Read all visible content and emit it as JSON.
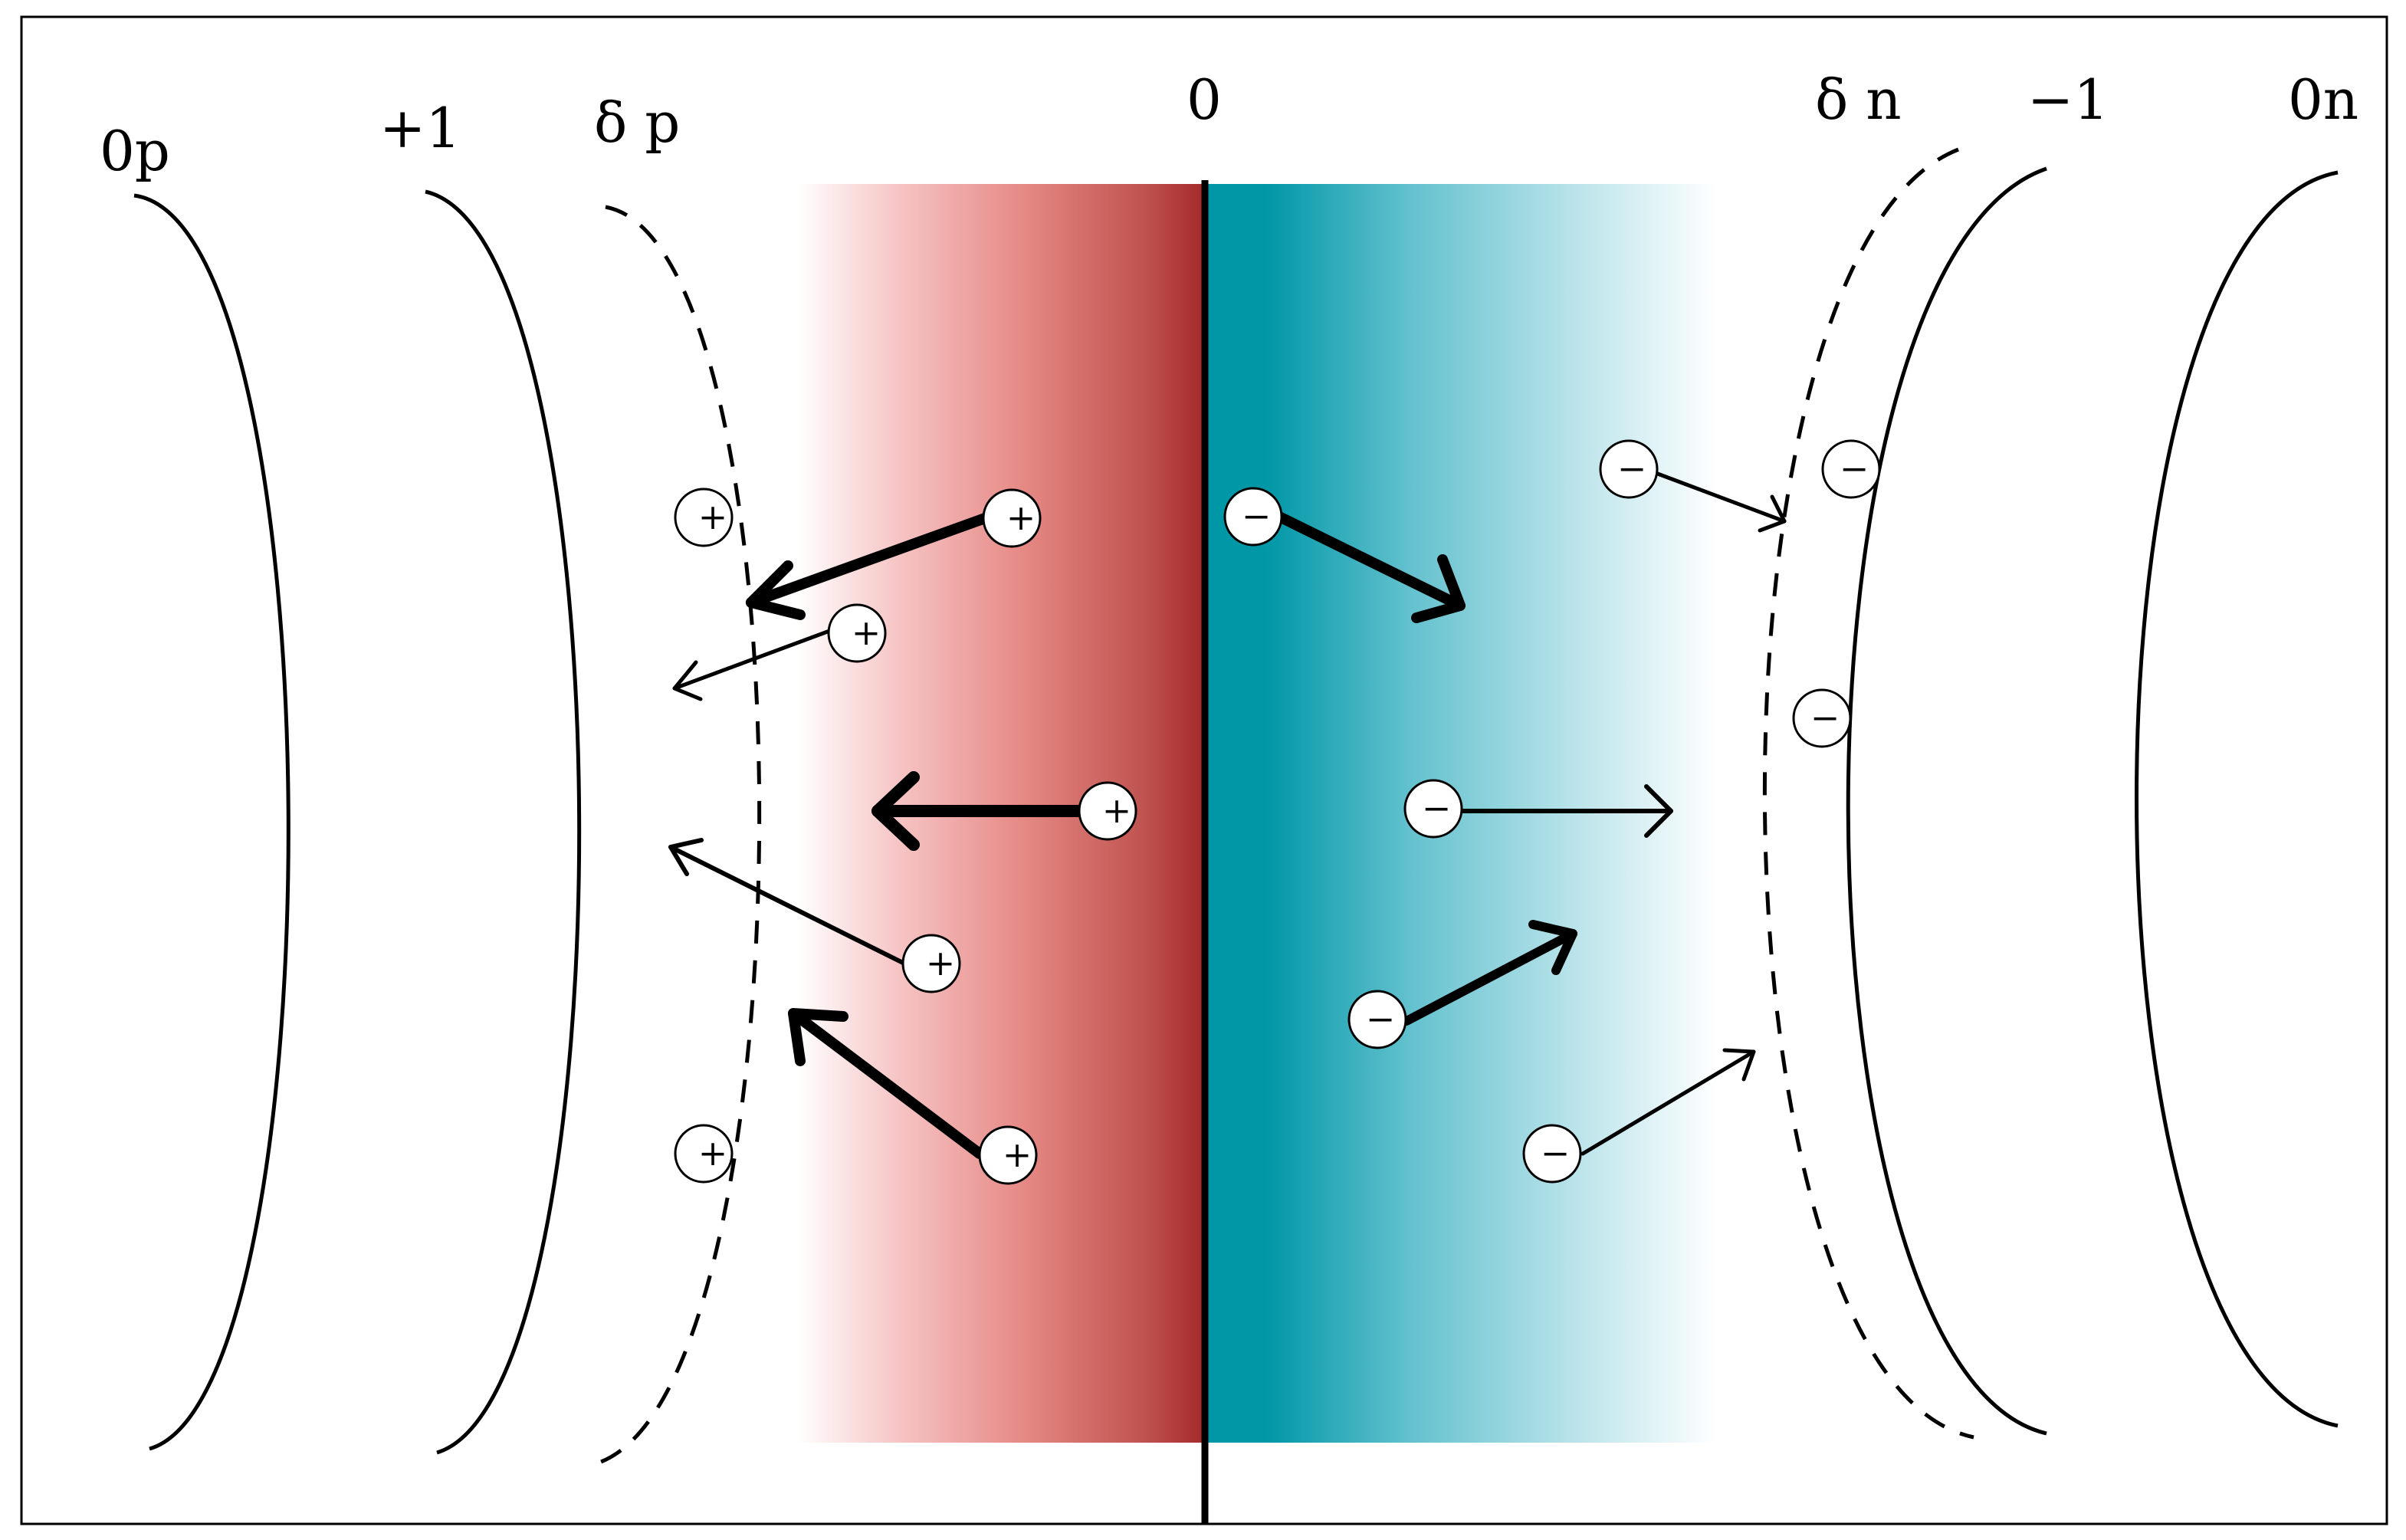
{
  "labels": {
    "zero_p": "0p",
    "plus_one": "+1",
    "delta_p": "δ p",
    "zero": "0",
    "delta_n": "δ n",
    "minus_one": "−1",
    "zero_n": "0n"
  },
  "charges": {
    "positive": "+",
    "negative": "−"
  },
  "colors": {
    "p_region": "#a32a2a",
    "n_region": "#0097a7",
    "line": "#000000",
    "background": "#ffffff"
  }
}
